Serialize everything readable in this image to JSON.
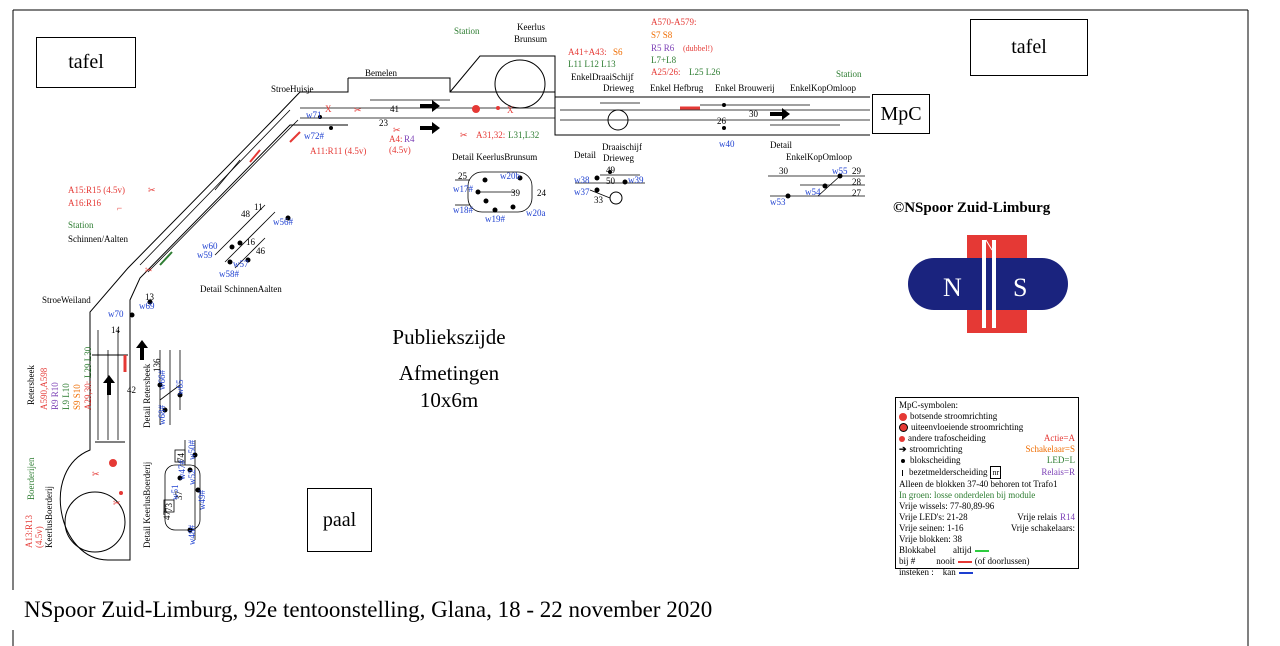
{
  "boxes": {
    "tafel_left": "tafel",
    "tafel_right": "tafel",
    "mpc": "MpC",
    "paal": "paal"
  },
  "center": {
    "line1": "Publiekszijde",
    "line2": "Afmetingen",
    "line3": "10x6m"
  },
  "footer": "NSpoor Zuid-Limburg, 92e tentoonstelling, Glana, 18 - 22 november 2020",
  "copyright": "©NSpoor Zuid-Limburg",
  "logo": {
    "left": "N",
    "right": "S",
    "colors": {
      "blue": "#1a237e",
      "red": "#e53935"
    }
  },
  "places": {
    "station_top": "Station",
    "keerlus": "Keerlus",
    "brunsum": "Brunsum",
    "bemelen": "Bemelen",
    "stroehuisje": "StroeHuisje",
    "station_left": "Station",
    "schinnen": "Schinnen/Aalten",
    "stroeweiland": "StroeWeiland",
    "retersbeek": "Retersbeek",
    "boerderijen": "Boerderijen",
    "keerlusboerderij": "KeerlusBoerderij",
    "enkeldraaischijf": "EnkelDraaiSchijf",
    "drieweg": "Drieweg",
    "enkelhefbrug": "Enkel Hefbrug",
    "enkelbrouwerij": "Enkel Brouwerij",
    "enkelkopomloop": "EnkelKopOmloop",
    "station_right": "Station"
  },
  "details": {
    "keerlusbrunsum": "Detail KeerlusBrunsum",
    "draaischijf_a": "Detail",
    "draaischijf_b": "Draaischijf",
    "draaischijf_c": "Drieweg",
    "kopomloop_a": "Detail",
    "kopomloop_b": "EnkelKopOmloop",
    "schinnen": "Detail SchinnenAalten",
    "retersbeek": "Detail Retersbeek",
    "keerlusboerderij": "Detail KeerlusBoerderij"
  },
  "annotations": {
    "a41": "A41+A43:",
    "s6": "S6",
    "l11": "L11 L12 L13",
    "a570": "A570-A579:",
    "s7": "S7 S8",
    "r5": "R5 R6",
    "dubbel": "(dubbel!)",
    "l7": "L7+L8",
    "a25": "A25/26:",
    "l25": "L25 L26",
    "a31": "A31,32:",
    "l31": "L31,L32",
    "a4": "A4:",
    "r4": "R4",
    "a4v": "(4.5v)",
    "a11": "A11:R11 (4.5v)",
    "a15": "A15:R15 (4.5v)",
    "a16": "A16:R16",
    "ret_a": "A590,A598",
    "ret_r": "R9 R10",
    "ret_l": "L9 L10",
    "ret_s": "S9 S10",
    "ret_a29": "A29,30:",
    "ret_l29": "L29 L30",
    "a13": "A13:R13",
    "a13v": "(4.5v)"
  },
  "numbers": {
    "n41": "41",
    "n23": "23",
    "n26": "26",
    "n30": "30",
    "n25": "25",
    "n39": "39",
    "n24": "24",
    "n49": "49",
    "n50": "50",
    "n33": "33",
    "n30b": "30",
    "n29": "29",
    "n28": "28",
    "n27": "27",
    "n48": "48",
    "n11": "11",
    "n16": "16",
    "n46": "46",
    "n13": "13",
    "n14": "14",
    "n42": "42",
    "n136": "136",
    "n47": "47",
    "n37": "37",
    "n74": "74",
    "n73": "73"
  },
  "wissels": {
    "w71": "w71",
    "w72": "w72#",
    "w40": "w40",
    "w20b": "w20b",
    "w17": "w17#",
    "w18": "w18#",
    "w19": "w19#",
    "w20a": "w20a",
    "w38": "w38",
    "w37": "w37",
    "w39": "w39",
    "w55": "w55",
    "w54": "w54",
    "w53": "w53",
    "w56": "w56#",
    "w60": "w60",
    "w59": "w59",
    "w57": "w57",
    "w58": "w58#",
    "w69": "w69",
    "w70": "w70",
    "w66": "w66#",
    "w68": "w68#",
    "w65": "w65",
    "w50": "w50#",
    "w47": "w47#",
    "w52": "w52",
    "w51": "w51",
    "w49": "w49#",
    "w48": "w48#"
  },
  "legend": {
    "title": "MpC-symbolen:",
    "items": [
      {
        "text": "botsende stroomrichting",
        "right": "",
        "right_color": ""
      },
      {
        "text": "uiteenvloeiende stroomrichting",
        "right": "",
        "right_color": ""
      },
      {
        "text": "andere trafoscheiding",
        "right": "Actie=A",
        "right_color": "#e53935"
      },
      {
        "text": "stroomrichting",
        "right": "Schakelaar=S",
        "right_color": "#ef6c00"
      },
      {
        "text": "blokscheiding",
        "right": "LED=L",
        "right_color": "#2e7d32"
      },
      {
        "text": "bezetmelderscheiding",
        "right": "Relais=R",
        "right_color": "#7b3fb5"
      }
    ],
    "nr": "nr",
    "note1": "Alleen de blokken 37-40 behoren tot Trafo1",
    "note2": "In groen: losse onderdelen bij module",
    "free_wissels": "Vrije wissels: 77-80,89-96",
    "free_leds": "Vrije LED's: 21-28",
    "free_relais_label": "Vrije relais",
    "free_relais": "R14",
    "free_seinen": "Vrije seinen: 1-16",
    "free_schakelaars": "Vrije schakelaars:",
    "free_blokken": "Vrije blokken: 38",
    "blokkabel": "Blokkabel",
    "bij": "bij #",
    "insteken": "insteken :",
    "altijd": "altijd",
    "nooit": "nooit",
    "kan": "kan",
    "doorlussen": "(of doorlussen)"
  }
}
